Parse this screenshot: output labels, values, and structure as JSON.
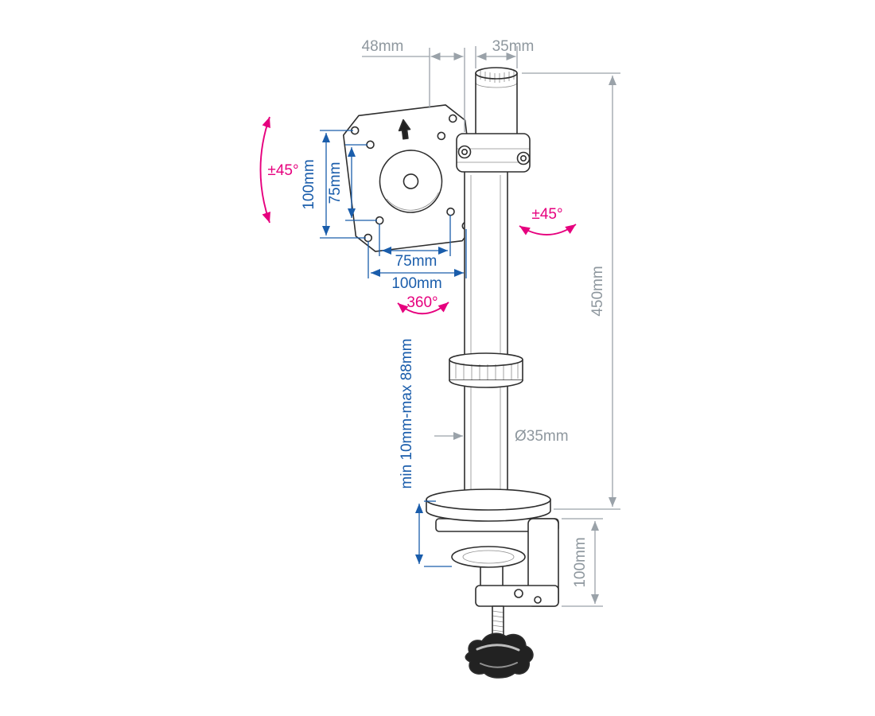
{
  "window": {
    "background": "#ffffff"
  },
  "diagram": {
    "type": "technical-dimension-drawing",
    "subject": "single monitor desk mount pole with VESA plate and C-clamp",
    "colors": {
      "dimension_gray": "#8e979e",
      "dimension_blue": "#1a5dab",
      "rotation_pink": "#e6007e",
      "artwork_line": "#2e2e2e"
    },
    "labels": {
      "top_offset": "48mm",
      "top_pole_diameter": "35mm",
      "vesa_tilt": "±45°",
      "vesa_outer_height": "100mm",
      "vesa_inner_height": "75mm",
      "vesa_inner_width": "75mm",
      "vesa_outer_width": "100mm",
      "rotation": "360°",
      "pole_swivel": "±45°",
      "pole_height": "450mm",
      "pole_diameter": "Ø35mm",
      "clamp_range": "min 10mm-max 88mm",
      "clamp_height": "100mm"
    }
  }
}
